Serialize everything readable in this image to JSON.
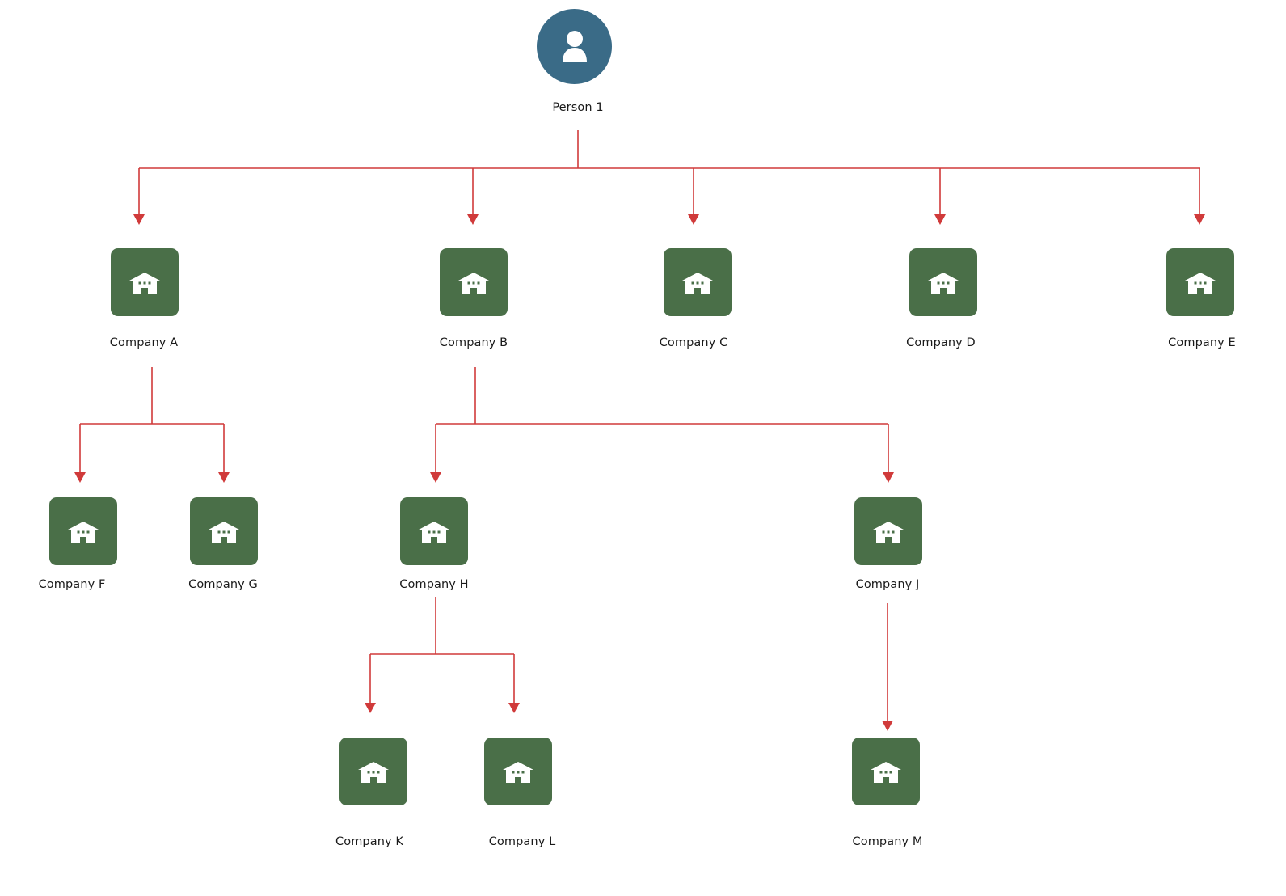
{
  "diagram": {
    "type": "ownership-tree",
    "colors": {
      "person_fill": "#3a6b87",
      "company_fill": "#4a6f48",
      "edge": "#d03a3a",
      "icon": "#ffffff",
      "label": "#1a1a1a"
    },
    "root": {
      "id": "p1",
      "label": "Person 1",
      "icon": "person-icon"
    },
    "nodes": [
      {
        "id": "A",
        "label": "Company A",
        "icon": "building-icon",
        "parent": "p1"
      },
      {
        "id": "B",
        "label": "Company B",
        "icon": "building-icon",
        "parent": "p1"
      },
      {
        "id": "C",
        "label": "Company C",
        "icon": "building-icon",
        "parent": "p1"
      },
      {
        "id": "D",
        "label": "Company D",
        "icon": "building-icon",
        "parent": "p1"
      },
      {
        "id": "E",
        "label": "Company E",
        "icon": "building-icon",
        "parent": "p1"
      },
      {
        "id": "F",
        "label": "Company F",
        "icon": "building-icon",
        "parent": "A"
      },
      {
        "id": "G",
        "label": "Company G",
        "icon": "building-icon",
        "parent": "A"
      },
      {
        "id": "H",
        "label": "Company H",
        "icon": "building-icon",
        "parent": "B"
      },
      {
        "id": "J",
        "label": "Company J",
        "icon": "building-icon",
        "parent": "B"
      },
      {
        "id": "K",
        "label": "Company K",
        "icon": "building-icon",
        "parent": "H"
      },
      {
        "id": "L",
        "label": "Company L",
        "icon": "building-icon",
        "parent": "H"
      },
      {
        "id": "M",
        "label": "Company M",
        "icon": "building-icon",
        "parent": "J"
      }
    ]
  }
}
